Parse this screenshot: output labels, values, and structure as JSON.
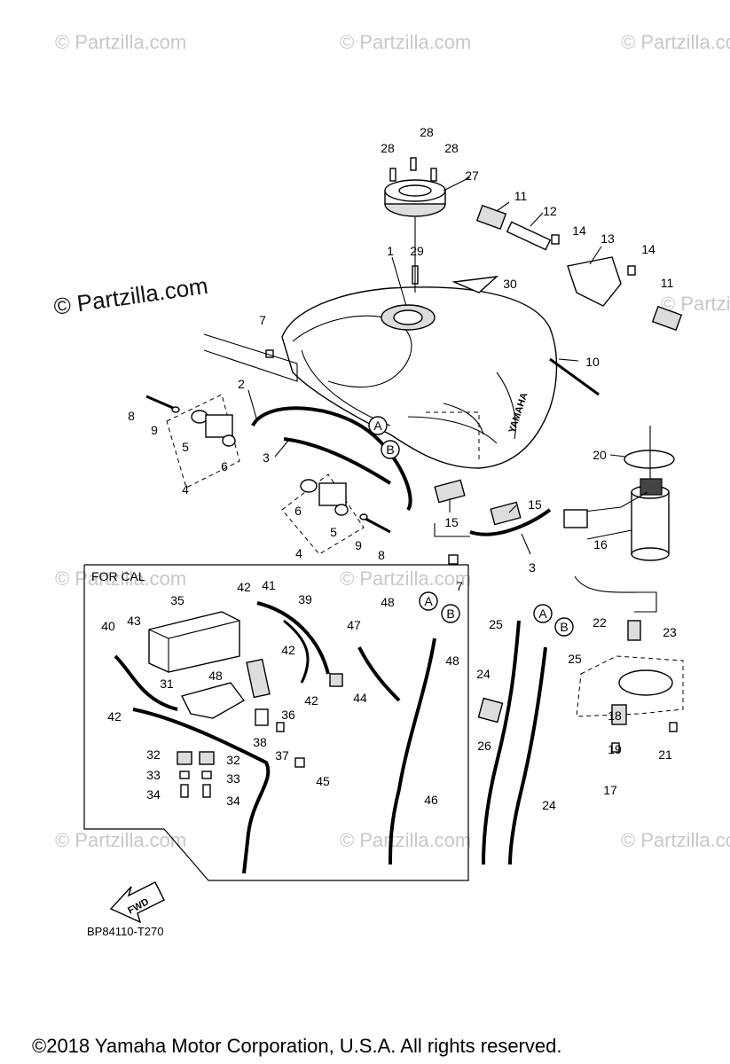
{
  "watermark": "© Partzilla.com",
  "watermark_main": "© Partzilla.com",
  "tank_brand": "YAMAHA",
  "section_label": "FOR CAL",
  "fwd_label": "FWD",
  "diagram_code": "BP84110-T270",
  "copyright": "©2018  Yamaha Motor Corporation, U.S.A. All rights reserved.",
  "callouts": {
    "c1": "1",
    "c2": "2",
    "c3": "3",
    "c4": "4",
    "c5": "5",
    "c6": "6",
    "c7": "7",
    "c8": "8",
    "c9": "9",
    "c10": "10",
    "c11": "11",
    "c12": "12",
    "c13": "13",
    "c14": "14",
    "c15": "15",
    "c16": "16",
    "c17": "17",
    "c18": "18",
    "c19": "19",
    "c20": "20",
    "c21": "21",
    "c22": "22",
    "c23": "23",
    "c24": "24",
    "c25": "25",
    "c26": "26",
    "c27": "27",
    "c28": "28",
    "c29": "29",
    "c30": "30",
    "c31": "31",
    "c32": "32",
    "c33": "33",
    "c34": "34",
    "c35": "35",
    "c36": "36",
    "c37": "37",
    "c38": "38",
    "c39": "39",
    "c40": "40",
    "c41": "41",
    "c42": "42",
    "c43": "43",
    "c44": "44",
    "c45": "45",
    "c46": "46",
    "c47": "47",
    "c48": "48",
    "A": "A",
    "B": "B"
  }
}
